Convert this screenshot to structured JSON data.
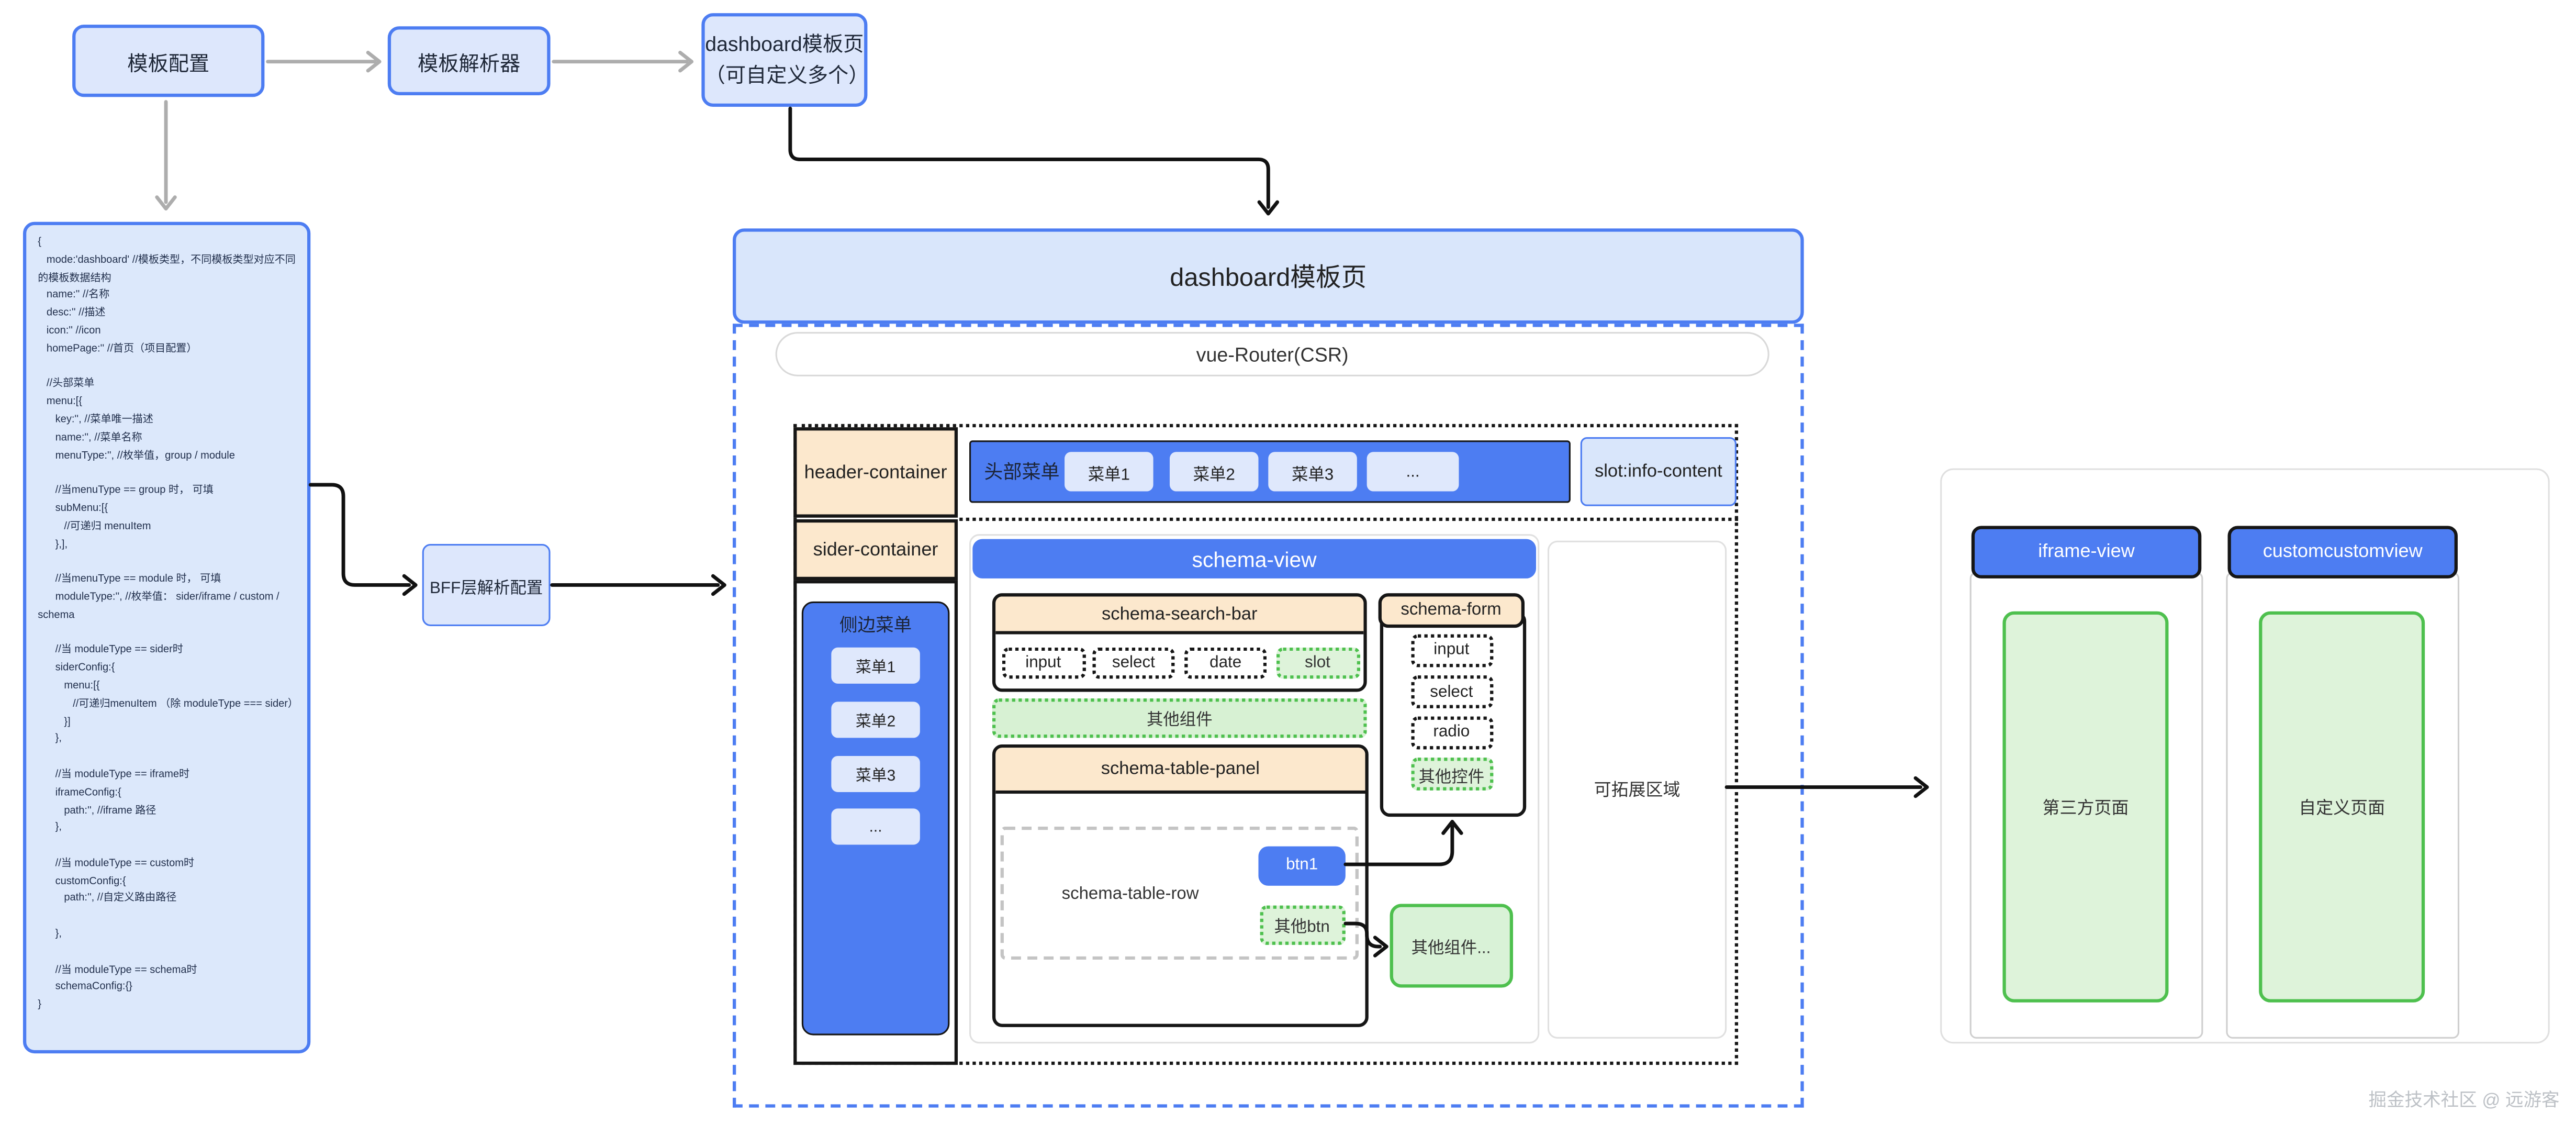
{
  "colors": {
    "accent_blue": "#4d7df2",
    "light_blue_fill": "#dde7fc",
    "peach_fill": "#fce8cd",
    "green_border": "#4ec04e",
    "green_fill": "#d9f2d7",
    "black_border": "#161616",
    "gray_arrow": "#adadad"
  },
  "flow": {
    "box1": "模板配置",
    "box2": "模板解析器",
    "box3_line1": "dashboard模板页",
    "box3_line2": "（可自定义多个）"
  },
  "code_block": {
    "lines": [
      "{",
      "   mode:'dashboard' //模板类型，不同模板类型对应不同的模板数据结构",
      "   name:'' //名称",
      "   desc:'' //描述",
      "   icon:'' //icon",
      "   homePage:'' //首页（项目配置）",
      "",
      "   //头部菜单",
      "   menu:[{",
      "      key:'', //菜单唯一描述",
      "      name:'', //菜单名称",
      "      menuType:'', //枚举值，group / module",
      "",
      "      //当menuType == group 时， 可填",
      "      subMenu:[{",
      "         //可递归 menuItem",
      "      },],",
      "",
      "      //当menuType == module 时， 可填",
      "      moduleType:'', //枚举值： sider/iframe / custom / schema",
      "",
      "      //当 moduleType == sider时",
      "      siderConfig:{",
      "         menu:[{",
      "            //可递归menuItem （除 moduleType === sider）",
      "         }]",
      "      },",
      "",
      "      //当 moduleType == iframe时",
      "      iframeConfig:{",
      "         path:'', //iframe 路径",
      "      },",
      "",
      "      //当 moduleType == custom时",
      "      customConfig:{",
      "         path:'', //自定义路由路径",
      "",
      "      },",
      "",
      "      //当 moduleType == schema时",
      "      schemaConfig:{}",
      "}"
    ]
  },
  "bff": {
    "label": "BFF层解析配置"
  },
  "dashboard": {
    "title": "dashboard模板页",
    "router": "vue-Router(CSR)"
  },
  "containers": {
    "header": "header-container",
    "sider": "sider-container"
  },
  "header_menu": {
    "label": "头部菜单",
    "items": [
      "菜单1",
      "菜单2",
      "菜单3",
      "..."
    ],
    "slot": "slot:info-content"
  },
  "sider_menu": {
    "title": "侧边菜单",
    "items": [
      "菜单1",
      "菜单2",
      "菜单3",
      "..."
    ]
  },
  "schema_view": {
    "title": "schema-view",
    "search_bar": {
      "title": "schema-search-bar",
      "controls": [
        "input",
        "select",
        "date",
        "slot"
      ]
    },
    "other_components": "其他组件",
    "table_panel": {
      "title": "schema-table-panel",
      "row_label": "schema-table-row",
      "btn1": "btn1",
      "other_btn": "其他btn"
    },
    "other_component_box": "其他组件...",
    "form": {
      "title": "schema-form",
      "controls": [
        "input",
        "select",
        "radio",
        "其他控件"
      ]
    }
  },
  "expand_area": {
    "label": "可拓展区域"
  },
  "right_panels": {
    "iframe": {
      "title": "iframe-view",
      "content": "第三方页面"
    },
    "custom": {
      "title": "customcustomview",
      "content": "自定义页面"
    }
  },
  "watermark": "掘金技术社区 @ 远游客"
}
